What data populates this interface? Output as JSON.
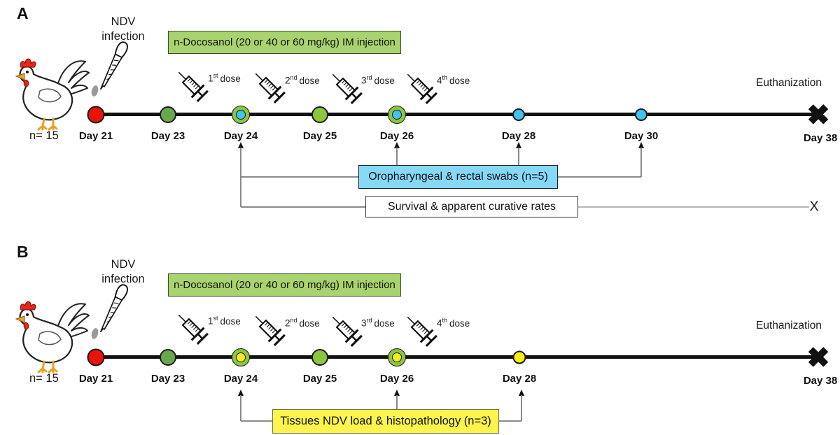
{
  "colors": {
    "infection_red": "#ea1209",
    "first_dose_green": "#69a74b",
    "dose_light_green": "#8cc63f",
    "swab_blue": "#3ec6f1",
    "swab_box_blue": "#85d9f6",
    "tissue_yellow": "#f7ee18",
    "tissue_box_yellow": "#fdf44d",
    "treatment_box_green": "#a9d36e",
    "timeline_black": "#111111"
  },
  "shared": {
    "infection_line1": "NDV",
    "infection_line2": "infection",
    "n_label": "n= 15",
    "treatment_box_label": "n-Docosanol (20 or 40 or 60 mg/kg) IM injection",
    "euthanization_label": "Euthanization",
    "doses": [
      {
        "ordinal": "1",
        "suffix": "st",
        "word": "dose"
      },
      {
        "ordinal": "2",
        "suffix": "nd",
        "word": "dose"
      },
      {
        "ordinal": "3",
        "suffix": "rd",
        "word": "dose"
      },
      {
        "ordinal": "4",
        "suffix": "th",
        "word": "dose"
      }
    ]
  },
  "panel_a": {
    "label": "A",
    "days": {
      "d21": "Day 21",
      "d23": "Day 23",
      "d24": "Day 24",
      "d25": "Day 25",
      "d26": "Day 26",
      "d28": "Day 28",
      "d30": "Day 30",
      "d38": "Day 38"
    },
    "swab_box_label": "Oropharyngeal & rectal swabs (n=5)",
    "survival_box_label": "Survival & apparent curative rates",
    "survival_end_mark": "X",
    "euthanization_mark": "✖"
  },
  "panel_b": {
    "label": "B",
    "days": {
      "d21": "Day 21",
      "d23": "Day 23",
      "d24": "Day 24",
      "d25": "Day 25",
      "d26": "Day 26",
      "d28": "Day 28",
      "d38": "Day 38"
    },
    "tissue_box_label": "Tissues NDV load & histopathology (n=3)",
    "euthanization_mark": "✖"
  }
}
